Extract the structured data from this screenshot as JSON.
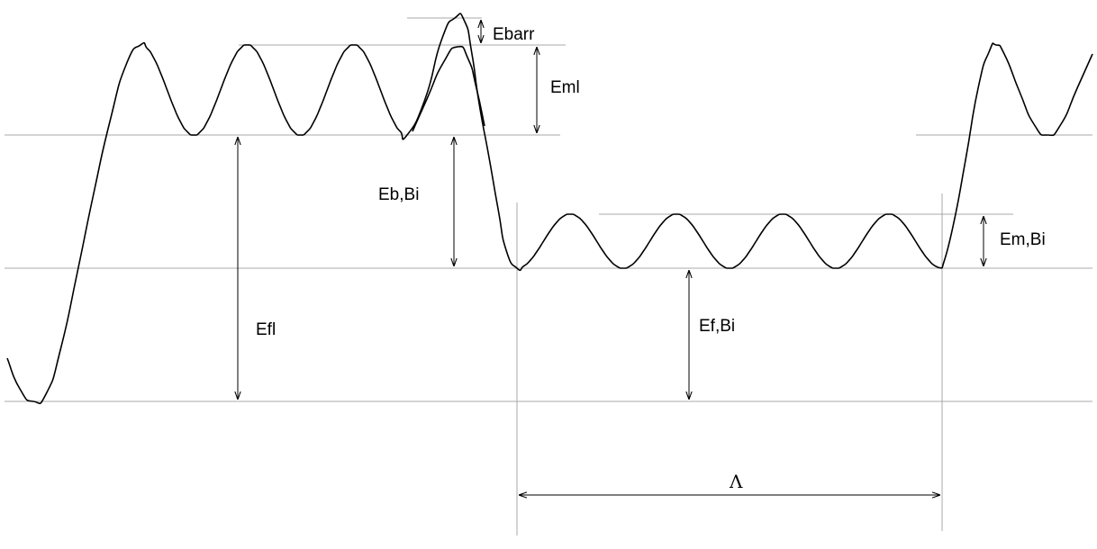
{
  "labels": {
    "ebarr": "Ebarr",
    "eml": "Eml",
    "eb_bi": "Eb,Bi",
    "efl": "Efl",
    "em_bi": "Em,Bi",
    "ef_bi": "Ef,Bi",
    "lambda": "Λ"
  },
  "colors": {
    "curve": "#000000",
    "guide_lines": "#a9a9a9",
    "background": "#ffffff"
  }
}
